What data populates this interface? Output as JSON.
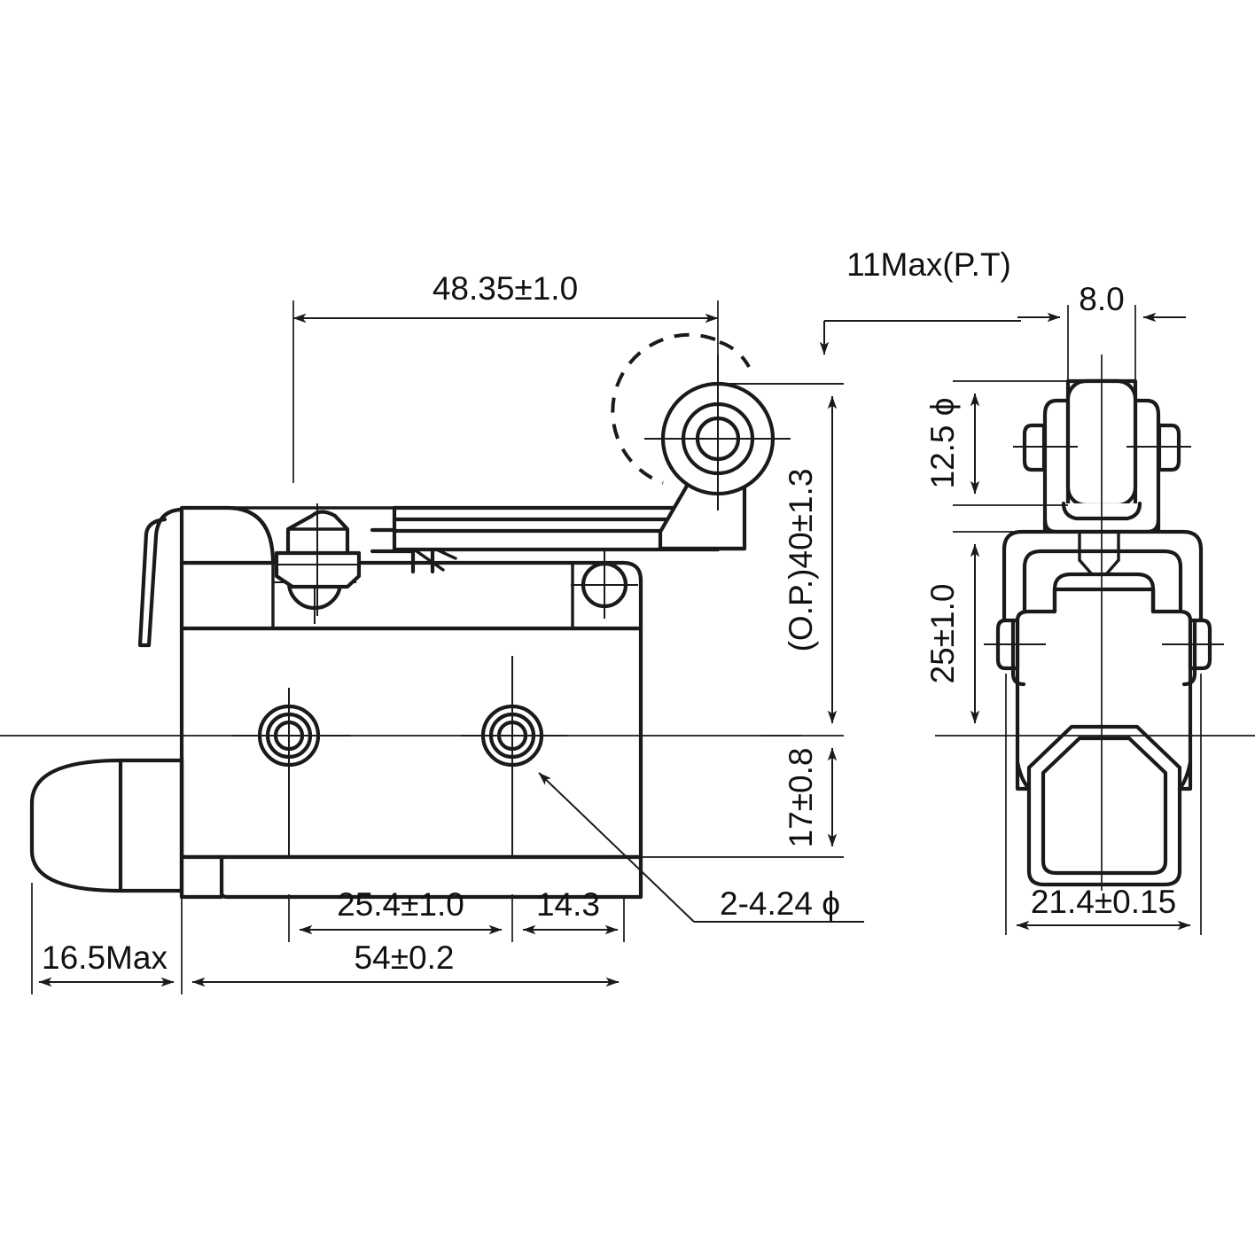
{
  "drawing": {
    "title": "Micro limit switch dimensional drawing",
    "units": "mm",
    "line_color": "#1a1a1a",
    "background": "#ffffff",
    "views": [
      {
        "name": "side-view",
        "label": ""
      },
      {
        "name": "front-view",
        "label": ""
      }
    ]
  },
  "dimensions": {
    "lever_length": "48.35±1.0",
    "pretravel": "11Max(P.T)",
    "roller_width": "8.0",
    "roller_diameter": "12.5 ϕ",
    "operating_position": "(O.P.)40±1.3",
    "mount_height": "25±1.0",
    "hole_to_center": "17±0.8",
    "hole_spacing": "25.4±1.0",
    "hole_edge": "14.3",
    "body_length": "54±0.2",
    "plunger_length": "16.5Max",
    "mounting_holes": "2-4.24 ϕ",
    "body_width": "21.4±0.15"
  }
}
